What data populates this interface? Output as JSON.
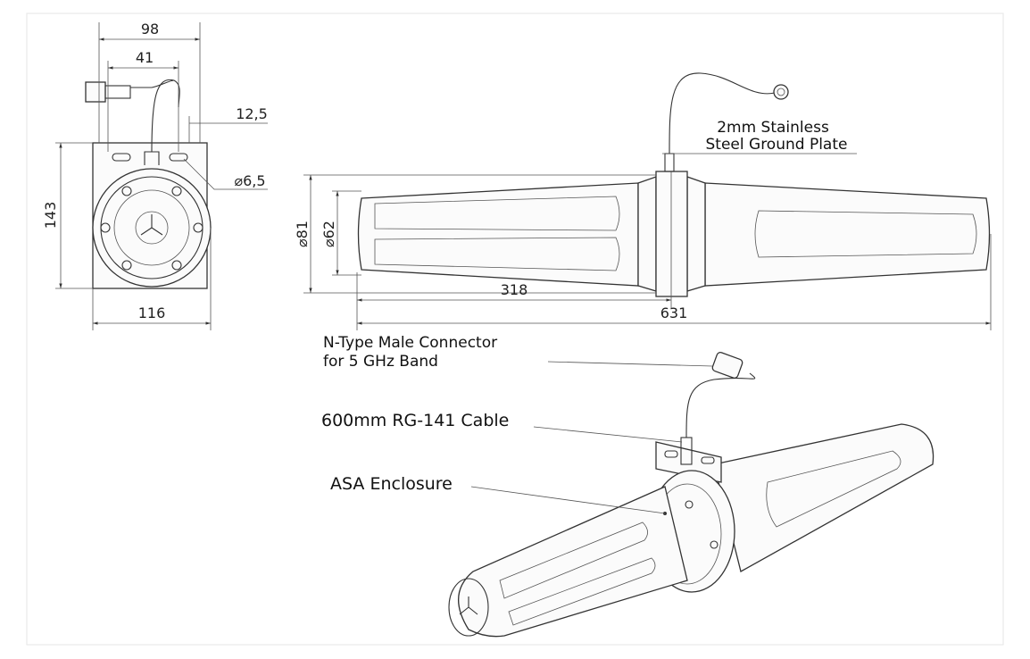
{
  "front_view": {
    "width_overall": "98",
    "hole_spacing": "41",
    "slot_offset": "12,5",
    "hole_diameter": "⌀6,5",
    "height": "143",
    "flange_width": "116"
  },
  "side_view": {
    "flange_diameter": "⌀81",
    "body_diameter": "⌀62",
    "half_length": "318",
    "total_length": "631",
    "ground_plate_line1": "2mm Stainless",
    "ground_plate_line2": "Steel Ground Plate"
  },
  "iso_view": {
    "connector_line1": "N-Type Male Connector",
    "connector_line2": "for 5 GHz Band",
    "cable": "600mm RG-141 Cable",
    "enclosure": "ASA Enclosure"
  }
}
